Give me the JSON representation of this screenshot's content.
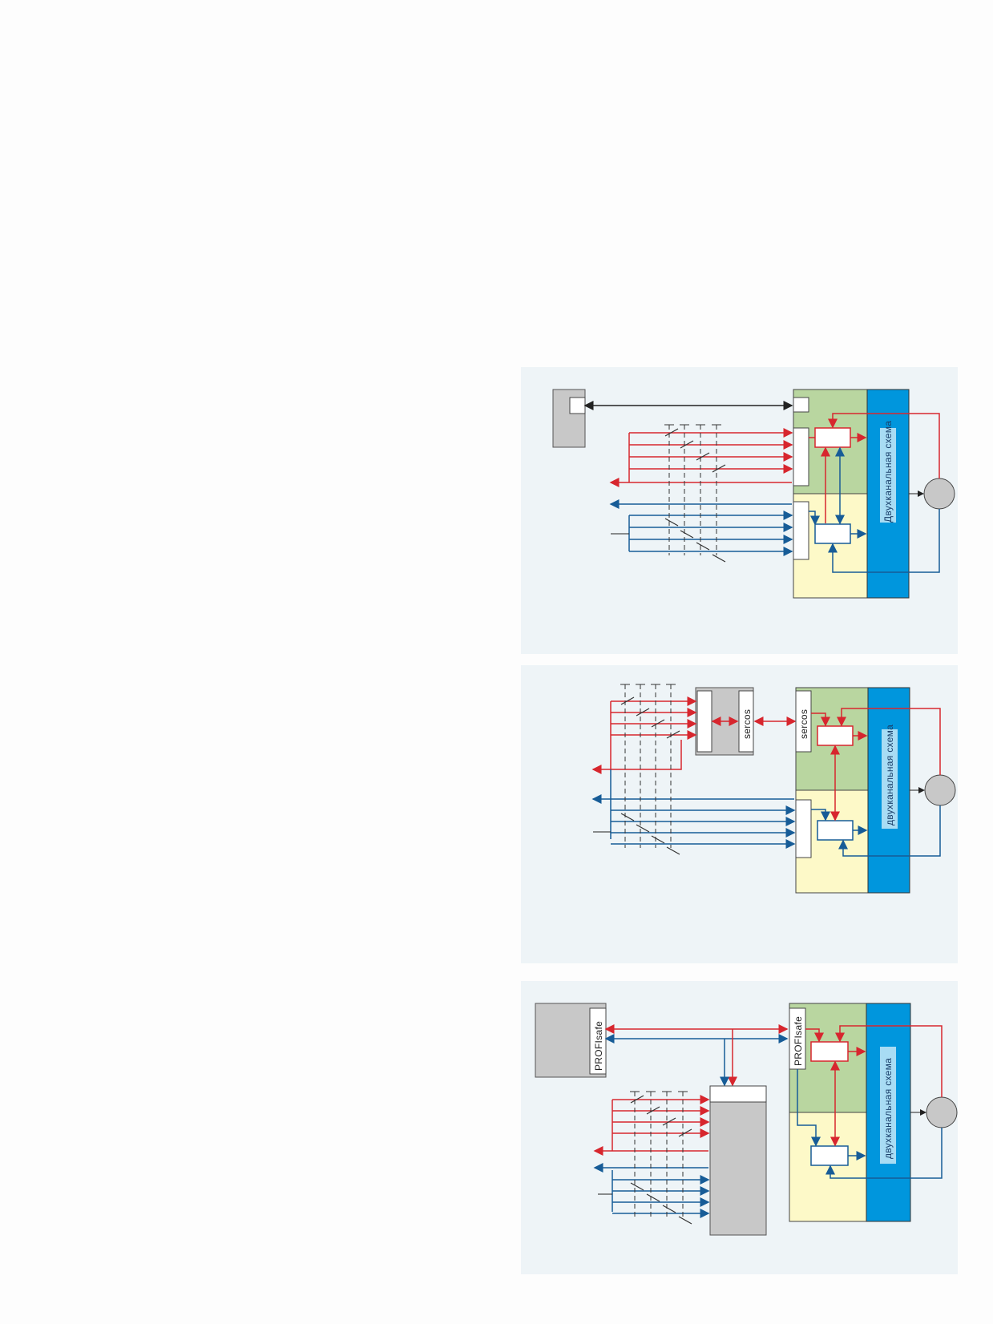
{
  "diagrams": [
    {
      "id": "panel-1",
      "channel_label": "Двухканальная схема",
      "bus_label": ""
    },
    {
      "id": "panel-2",
      "channel_label": "двухканальная схема",
      "bus_label": "sercos"
    },
    {
      "id": "panel-3",
      "channel_label": "двухканальная схема",
      "bus_label": "PROFIsafe"
    }
  ],
  "colors": {
    "background": "#eef4f7",
    "green_zone": "#b9d6a0",
    "yellow_zone": "#fdf9c8",
    "blue_band": "#0096dd",
    "label_box": "#a8dcf4",
    "gray_block": "#c8c8c8",
    "red_channel": "#d7262e",
    "blue_channel": "#175c97"
  }
}
